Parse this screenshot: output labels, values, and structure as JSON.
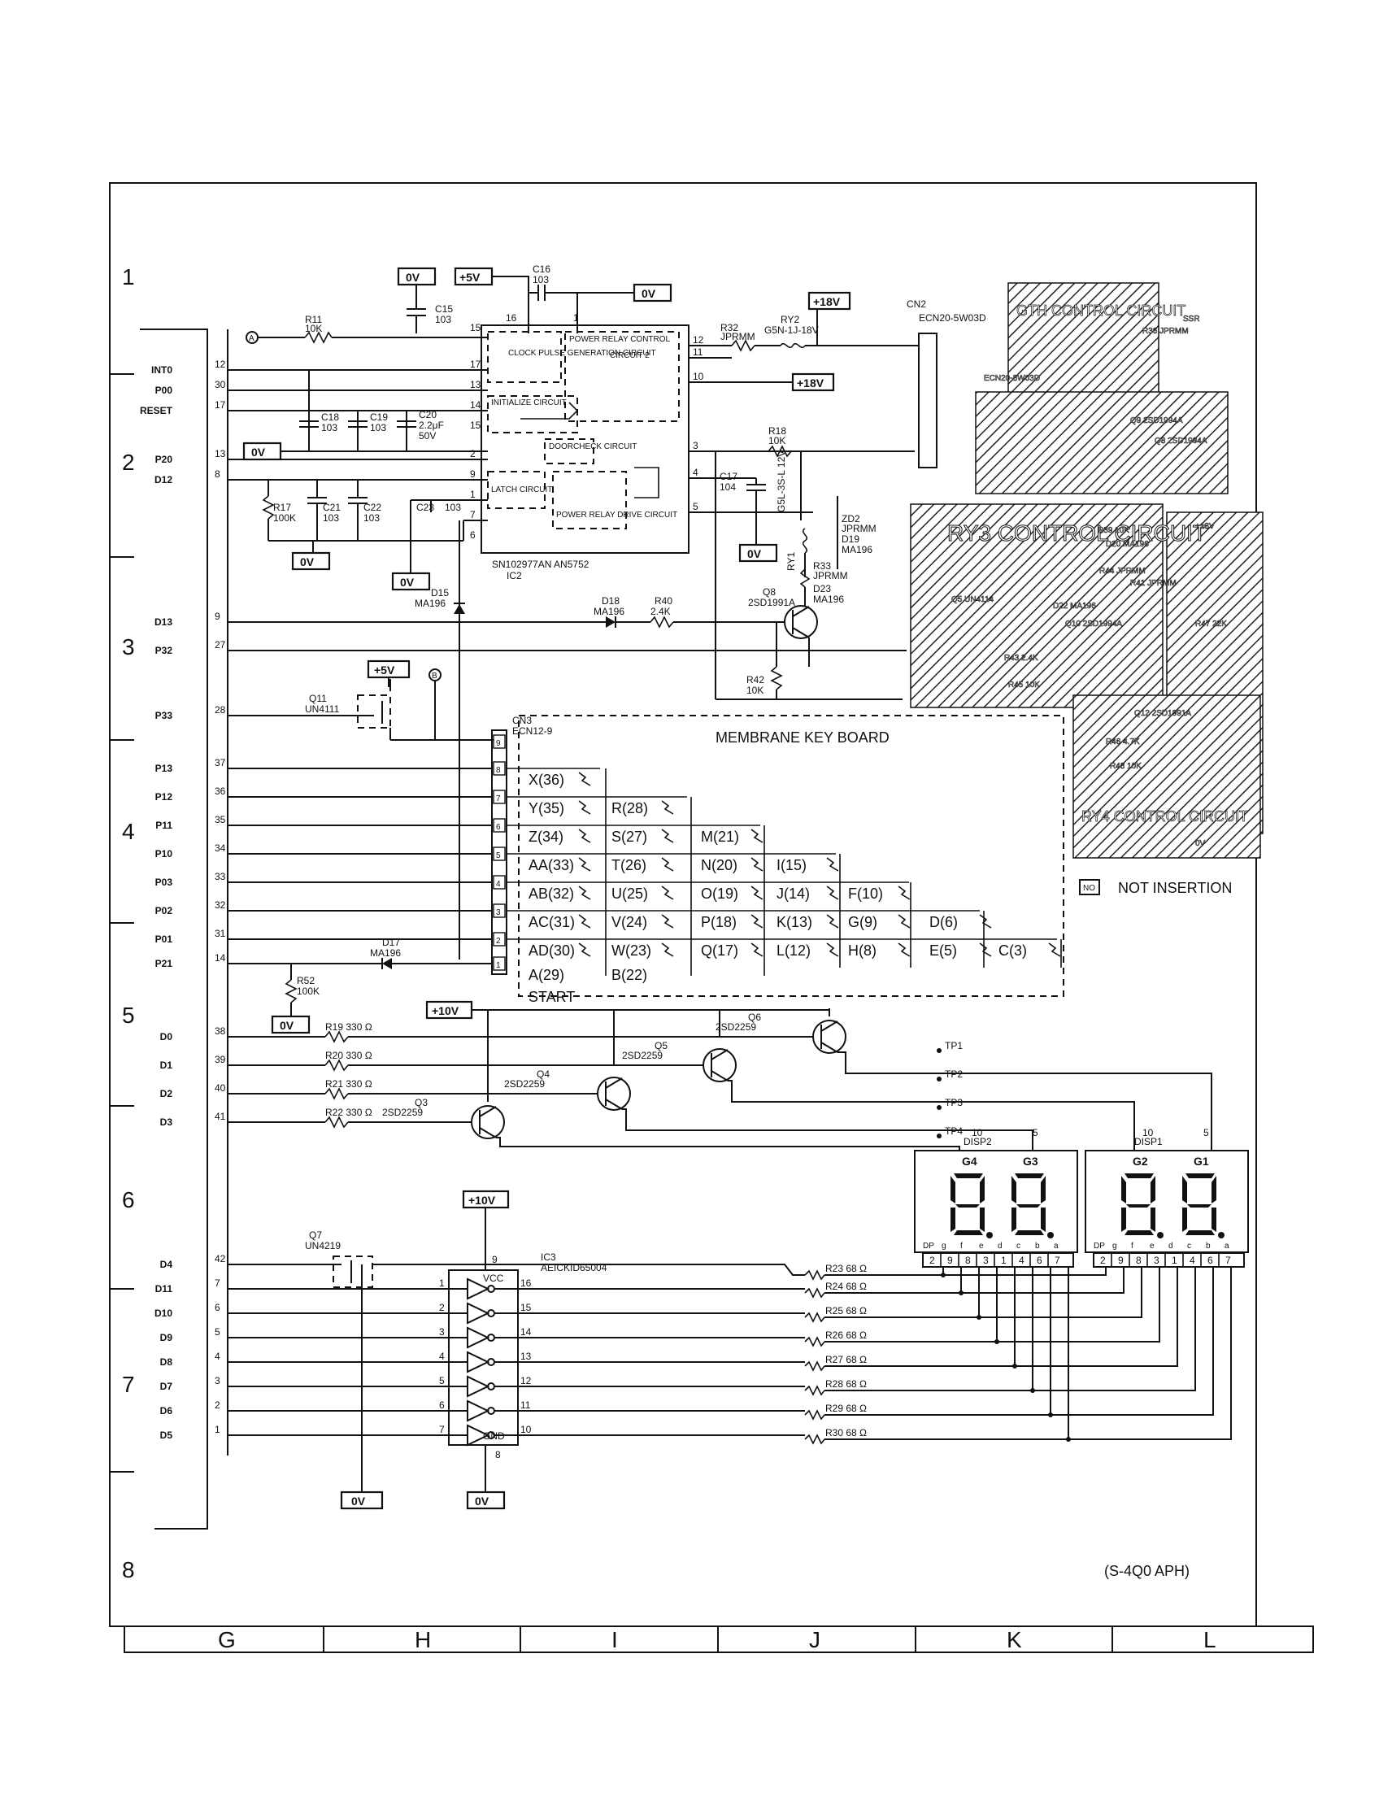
{
  "rows": [
    "1",
    "2",
    "3",
    "4",
    "5",
    "6",
    "7",
    "8"
  ],
  "columns": [
    "G",
    "H",
    "I",
    "J",
    "K",
    "L"
  ],
  "power_labels": {
    "ov": "0V",
    "p5v": "+5V",
    "p18v": "+18V",
    "p10v": "+10V"
  },
  "connector_refs": {
    "a": "A",
    "b": "B"
  },
  "mcu_pins": [
    {
      "name": "INT0",
      "pin": "12"
    },
    {
      "name": "P00",
      "pin": "30"
    },
    {
      "name": "RESET",
      "pin": "17"
    },
    {
      "name": "P20",
      "pin": "13"
    },
    {
      "name": "D12",
      "pin": "8"
    },
    {
      "name": "D13",
      "pin": "9"
    },
    {
      "name": "P32",
      "pin": "27"
    },
    {
      "name": "P33",
      "pin": "28"
    },
    {
      "name": "P13",
      "pin": "37"
    },
    {
      "name": "P12",
      "pin": "36"
    },
    {
      "name": "P11",
      "pin": "35"
    },
    {
      "name": "P10",
      "pin": "34"
    },
    {
      "name": "P03",
      "pin": "33"
    },
    {
      "name": "P02",
      "pin": "32"
    },
    {
      "name": "P01",
      "pin": "31"
    },
    {
      "name": "P21",
      "pin": "14"
    },
    {
      "name": "D0",
      "pin": "38"
    },
    {
      "name": "D1",
      "pin": "39"
    },
    {
      "name": "D2",
      "pin": "40"
    },
    {
      "name": "D3",
      "pin": "41"
    },
    {
      "name": "D4",
      "pin": "42"
    },
    {
      "name": "D11",
      "pin": "7"
    },
    {
      "name": "D10",
      "pin": "6"
    },
    {
      "name": "D9",
      "pin": "5"
    },
    {
      "name": "D8",
      "pin": "4"
    },
    {
      "name": "D7",
      "pin": "3"
    },
    {
      "name": "D6",
      "pin": "2"
    },
    {
      "name": "D5",
      "pin": "1"
    }
  ],
  "ic2": {
    "part": "SN102977AN AN5752",
    "ref": "IC2",
    "blocks": [
      "CLOCK PULSE GENERATION CIRCUIT",
      "POWER RELAY CONTROL",
      "CIRCUIT 2",
      "INITIALIZE CIRCUIT",
      "DOORCHECK CIRCUIT",
      "LATCH CIRCUIT",
      "POWER RELAY DRIVE CIRCUIT"
    ],
    "pins_left": [
      "15",
      "17",
      "13",
      "14",
      "15",
      "2",
      "9",
      "1",
      "7",
      "6"
    ],
    "pins_right": [
      "12",
      "11",
      "10",
      "3",
      "4",
      "5"
    ],
    "top_pins": [
      "16",
      "1"
    ]
  },
  "components": {
    "c15": [
      "C15",
      "103"
    ],
    "c16top": [
      "C16",
      "103"
    ],
    "r11": [
      "R11",
      "10K"
    ],
    "c18": [
      "C18",
      "103"
    ],
    "c19": [
      "C19",
      "103"
    ],
    "c20": [
      "C20",
      "2.2μF",
      "50V"
    ],
    "r17": [
      "R17",
      "100K"
    ],
    "c21": [
      "C21",
      "103"
    ],
    "c22": [
      "C22",
      "103"
    ],
    "c23": [
      "C23",
      "103"
    ],
    "r32": [
      "R32",
      "JPRMM"
    ],
    "ry2": [
      "RY2",
      "G5N-1J-18V"
    ],
    "r18": [
      "R18",
      "10K"
    ],
    "c17": [
      "C17",
      "104"
    ],
    "ry1": [
      "RY1",
      "G5L-3S-L 12V"
    ],
    "zd2": [
      "ZD2",
      "JPRMM"
    ],
    "d19": [
      "D19",
      "MA196"
    ],
    "r33": [
      "R33",
      "JPRMM"
    ],
    "d23": [
      "D23",
      "MA196"
    ],
    "q8": [
      "Q8",
      "2SD1991A"
    ],
    "d15": [
      "D15",
      "MA196"
    ],
    "d18": [
      "D18",
      "MA196"
    ],
    "r40": [
      "R40",
      "2.4K"
    ],
    "r42": [
      "R42",
      "10K"
    ],
    "q11": [
      "Q11",
      "UN4111"
    ],
    "cn3": [
      "CN3",
      "ECN12-9"
    ],
    "d17": [
      "D17",
      "MA196"
    ],
    "r52": [
      "R52",
      "100K"
    ],
    "r19": [
      "R19",
      "330 Ω"
    ],
    "r20": [
      "R20",
      "330 Ω"
    ],
    "r21": [
      "R21",
      "330 Ω"
    ],
    "r22": [
      "R22",
      "330 Ω"
    ],
    "q3": [
      "Q3",
      "2SD2259"
    ],
    "q4": [
      "Q4",
      "2SD2259"
    ],
    "q5": [
      "Q5",
      "2SD2259"
    ],
    "q6": [
      "Q6",
      "2SD2259"
    ],
    "q7": [
      "Q7",
      "UN4219"
    ],
    "ic3": [
      "IC3",
      "AEICKID65004"
    ],
    "cn2": [
      "CN2",
      "ECN20-5W03D"
    ]
  },
  "ic3_pins": {
    "vcc": "VCC",
    "gnd": "GND",
    "vcc_pin": "9",
    "gnd_pin": "8",
    "inputs": [
      "1",
      "2",
      "3",
      "4",
      "5",
      "6",
      "7"
    ],
    "outputs": [
      "16",
      "15",
      "14",
      "13",
      "12",
      "11",
      "10"
    ]
  },
  "seg_resistors": [
    [
      "R23",
      "68 Ω"
    ],
    [
      "R24",
      "68 Ω"
    ],
    [
      "R25",
      "68 Ω"
    ],
    [
      "R26",
      "68 Ω"
    ],
    [
      "R27",
      "68 Ω"
    ],
    [
      "R28",
      "68 Ω"
    ],
    [
      "R29",
      "68 Ω"
    ],
    [
      "R30",
      "68 Ω"
    ]
  ],
  "test_points": [
    "TP1",
    "TP2",
    "TP3",
    "TP4"
  ],
  "displays": [
    {
      "name": "DISP2",
      "grids": [
        "G4",
        "G3"
      ],
      "pins_top": [
        "10",
        "5"
      ],
      "seg_labels": [
        "DP",
        "g",
        "f",
        "e",
        "d",
        "c",
        "b",
        "a"
      ],
      "pins_bottom": [
        "2",
        "9",
        "8",
        "3",
        "1",
        "4",
        "6",
        "7"
      ]
    },
    {
      "name": "DISP1",
      "grids": [
        "G2",
        "G1"
      ],
      "pins_top": [
        "10",
        "5"
      ],
      "seg_labels": [
        "DP",
        "g",
        "f",
        "e",
        "d",
        "c",
        "b",
        "a"
      ],
      "pins_bottom": [
        "2",
        "9",
        "8",
        "3",
        "1",
        "4",
        "6",
        "7"
      ]
    }
  ],
  "keyboard": {
    "title": "MEMBRANE KEY BOARD",
    "connector_pins": [
      "9",
      "8",
      "7",
      "6",
      "5",
      "4",
      "3",
      "2",
      "1"
    ],
    "keys": [
      [
        "X(36)"
      ],
      [
        "Y(35)",
        "R(28)"
      ],
      [
        "Z(34)",
        "S(27)",
        "M(21)"
      ],
      [
        "AA(33)",
        "T(26)",
        "N(20)",
        "I(15)"
      ],
      [
        "AB(32)",
        "U(25)",
        "O(19)",
        "J(14)",
        "F(10)"
      ],
      [
        "AC(31)",
        "V(24)",
        "P(18)",
        "K(13)",
        "G(9)",
        "D(6)"
      ],
      [
        "AD(30)",
        "W(23)",
        "Q(17)",
        "L(12)",
        "H(8)",
        "E(5)",
        "C(3)"
      ],
      [
        "A(29)",
        "B(22)"
      ]
    ],
    "start": "START"
  },
  "hatched_circuits": {
    "gtl": "GTH CONTROL CIRCUIT",
    "ry3": "RY3 CONTROL CIRCUIT",
    "ry4": "RY4 CONTROL CIRCUIT",
    "hatch_labels": [
      "R39 10K",
      "D20 MA196",
      "R41 JPRMM",
      "D22 MA196",
      "Q10 2SD1994A",
      "R43 2.4K",
      "R45 10K",
      "Q5 UN4114",
      "R47 22K",
      "R44 JPRMM",
      "Q12 2SD1991A",
      "R46 4.7K",
      "R48 10K",
      "Q9 2SD1994A",
      "R36 JPRMM",
      "Q8 2SD1994A",
      "SSR",
      "ECN20-8W03D",
      "+18V",
      "0V"
    ]
  },
  "legend": {
    "symbol": "NO",
    "text": "NOT INSERTION"
  },
  "drawing_code": "(S-4Q0 APH)"
}
